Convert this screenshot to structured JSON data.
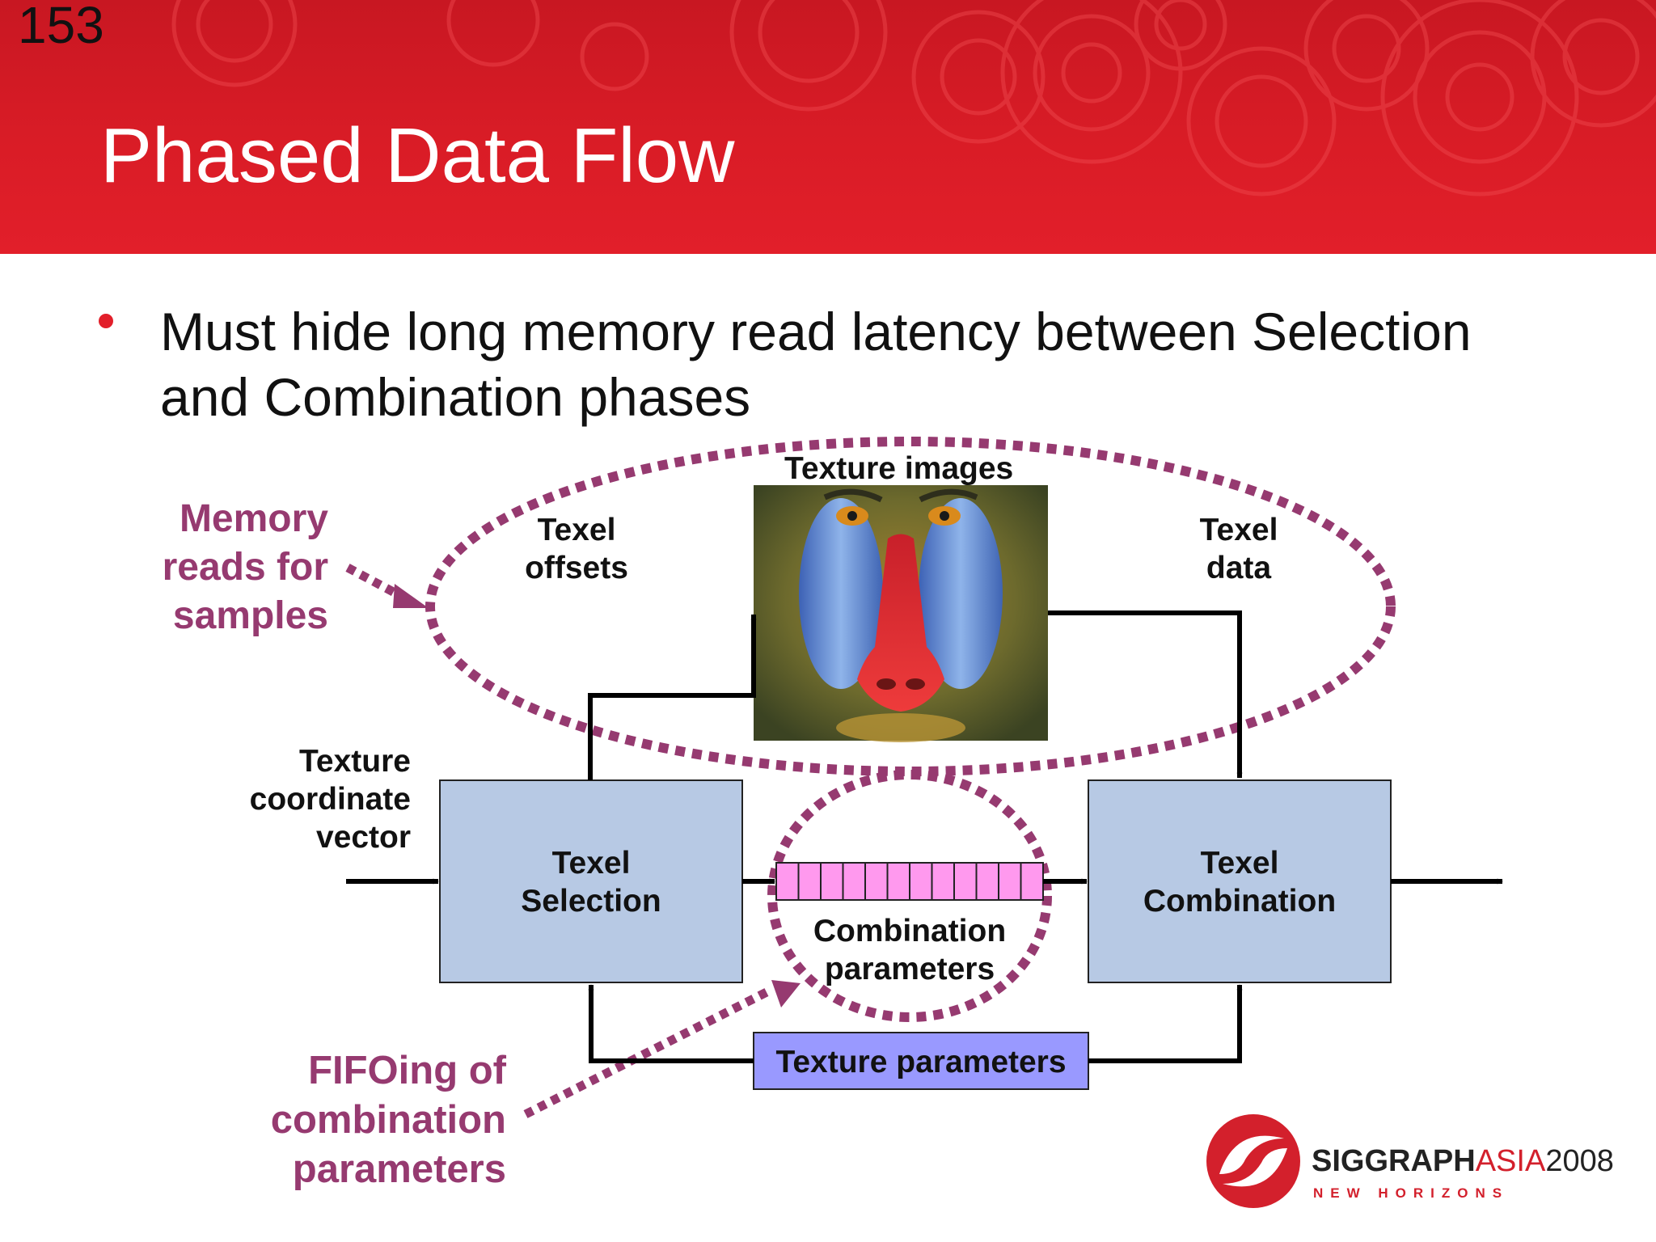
{
  "slide": {
    "number": "153",
    "title": "Phased Data Flow",
    "bullet": "Must hide long memory read latency between Selection and Combination phases"
  },
  "diagram": {
    "texture_images_label": "Texture images",
    "texel_offsets": [
      "Texel",
      "offsets"
    ],
    "texel_data": [
      "Texel",
      "data"
    ],
    "texture_coordinate_vector": [
      "Texture",
      "coordinate",
      "vector"
    ],
    "texel_selection": [
      "Texel",
      "Selection"
    ],
    "texel_combination": [
      "Texel",
      "Combination"
    ],
    "combination_parameters": [
      "Combination",
      "parameters"
    ],
    "texture_parameters": "Texture parameters",
    "memory_reads_callout": [
      "Memory",
      "reads for",
      "samples"
    ],
    "fifo_callout": [
      "FIFOing of",
      "combination",
      "parameters"
    ],
    "fifo_slot_count": 12
  },
  "colors": {
    "header_red": "#e21f2a",
    "box_blue": "#b7c9e4",
    "fifo_pink": "#ff99ee",
    "param_box": "#9999ff",
    "callout_purple": "#963a70"
  },
  "logo": {
    "part1": "SIGGRAPH",
    "part2": "ASIA",
    "part3": "2008",
    "tagline": "NEW HORIZONS"
  }
}
